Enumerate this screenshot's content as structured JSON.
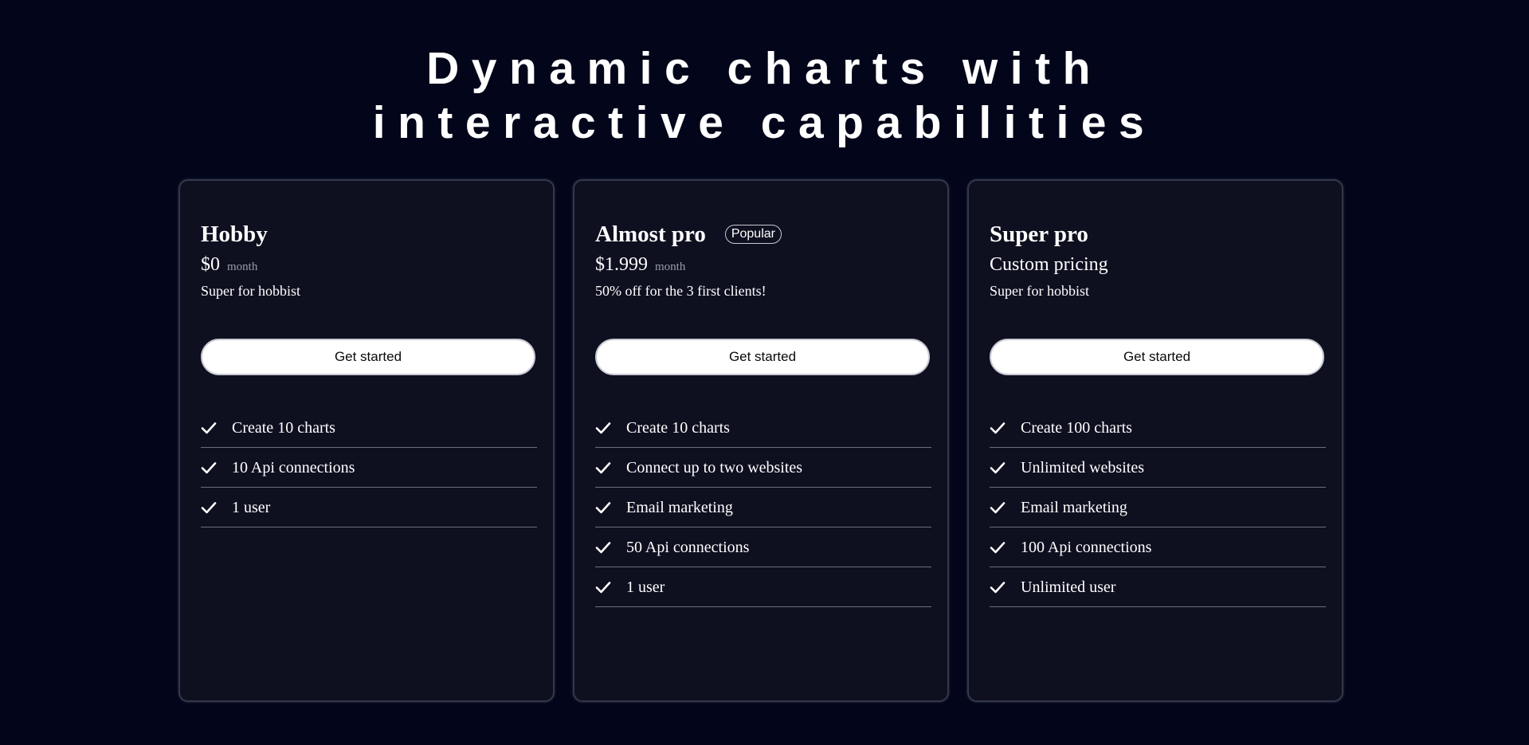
{
  "headline": {
    "line1": "Dynamic charts with",
    "line2": "interactive capabilities"
  },
  "plans": [
    {
      "name": "Hobby",
      "badge": "",
      "price": "$0",
      "price_unit": "month",
      "description": "Super for hobbist",
      "cta": "Get started",
      "features": [
        "Create 10 charts",
        "10 Api connections",
        "1 user"
      ]
    },
    {
      "name": "Almost pro",
      "badge": "Popular",
      "price": "$1.999",
      "price_unit": "month",
      "description": "50% off for the 3 first clients!",
      "cta": "Get started",
      "features": [
        "Create 10 charts",
        "Connect up to two websites",
        "Email marketing",
        "50 Api connections",
        "1 user"
      ]
    },
    {
      "name": "Super pro",
      "badge": "",
      "price": "Custom pricing",
      "price_unit": "",
      "description": "Super for hobbist",
      "cta": "Get started",
      "features": [
        "Create 100 charts",
        "Unlimited websites",
        "Email marketing",
        "100 Api connections",
        "Unlimited user"
      ]
    }
  ],
  "icons": {
    "feature_check": "check-icon"
  },
  "colors": {
    "background": "#03061a",
    "card_background": "#0e1020",
    "card_border": "#34374a",
    "button_background": "#ffffff",
    "divider": "#6b6e7e"
  }
}
